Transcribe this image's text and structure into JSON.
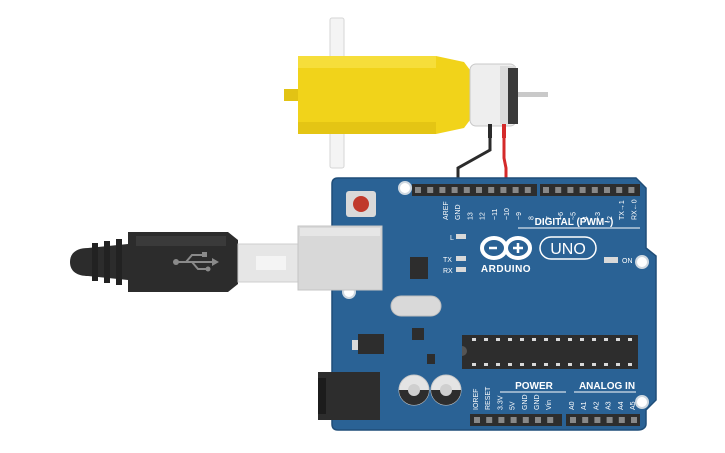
{
  "board": {
    "brand_text": "ARDUINO",
    "model_text": "UNO",
    "digital_header_label": "DIGITAL (PWM~)",
    "power_header_label": "POWER",
    "analog_header_label": "ANALOG IN",
    "on_led_label": "ON",
    "l_led_label": "L",
    "tx_led_label": "TX",
    "rx_led_label": "RX",
    "digital_pins_left": [
      "AREF",
      "GND",
      "13",
      "12",
      "~11",
      "~10",
      "~9",
      "8"
    ],
    "digital_pins_right": [
      "7",
      "~6",
      "~5",
      "4",
      "~3",
      "2",
      "TX→1",
      "RX←0"
    ],
    "power_pins": [
      "IOREF",
      "RESET",
      "3.3V",
      "5V",
      "GND",
      "GND",
      "Vin"
    ],
    "analog_pins": [
      "A0",
      "A1",
      "A2",
      "A3",
      "A4",
      "A5"
    ]
  },
  "usb": {
    "symbol": "usb-symbol"
  },
  "motor": {
    "component": "dc-gear-motor"
  },
  "wires": {
    "gnd_wire_color": "#2b2b2b",
    "signal_wire_color": "#d42a2a"
  },
  "colors": {
    "board": "#2a6295",
    "board_edge": "#1f4d78",
    "motor_body": "#f1d31a",
    "usb_plug": "#2c2c2c",
    "header": "#2d2d2d"
  }
}
